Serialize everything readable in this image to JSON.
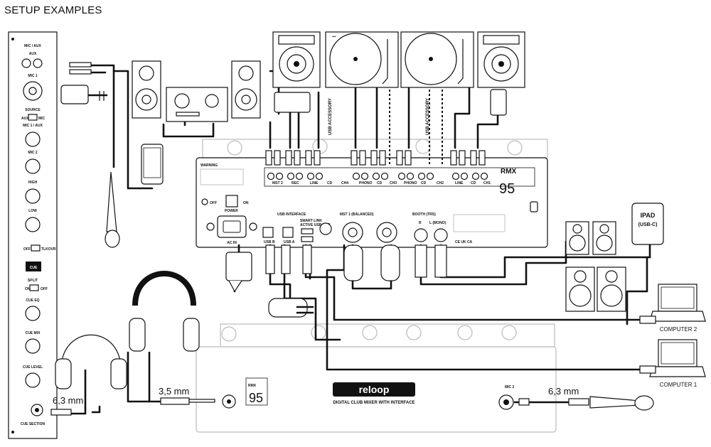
{
  "title": "SETUP EXAMPLES",
  "left_panel": {
    "mic_aux": "MIC / AUX",
    "aux": "AUX",
    "mic1": "MIC 1",
    "source": "SOURCE",
    "source_aux": "AUX",
    "source_mic": "MIC",
    "mic1_aux": "MIC 1 / AUX",
    "mic2": "MIC 2",
    "high": "HIGH",
    "low": "LOW",
    "off": "OFF",
    "talkover": "TLKOVR",
    "cue": "CUE",
    "split": "SPLIT",
    "split_on": "ON",
    "split_off": "OFF",
    "cue_eq": "CUE EQ",
    "cue_mix": "CUE MIX",
    "cue_level": "CUE LEVEL",
    "cue_section": "CUE SECTION"
  },
  "rear_panel": {
    "warning": "WARNING",
    "off": "OFF",
    "on": "ON",
    "power": "POWER",
    "ac_in": "AC IN",
    "usb_interface": "USB INTERFACE",
    "usb_b": "USB B",
    "usb_a": "USB A",
    "smart_link": "SMART LINK",
    "active_usb_hub": "ACTIVE USB HUB",
    "mst1": "MST 1 (BALANCED)",
    "booth": "BOOTH (TRS)",
    "r": "R",
    "l_mono": "L (MONO)",
    "inputs": [
      "MST 2",
      "REC",
      "LINE",
      "CD",
      "CH4",
      "PHONO",
      "CD",
      "CH3",
      "PHONO",
      "CD",
      "CH2",
      "LINE",
      "CD",
      "CH1"
    ],
    "rmx": "RMX",
    "rmx_num": "95"
  },
  "front_panel": {
    "brand": "reloop",
    "subtitle": "DIGITAL CLUB MIXER WITH INTERFACE",
    "mic2": "MIC 2",
    "rmx": "RMX",
    "rmx_num": "95"
  },
  "labels": {
    "usb_accessory_left": "USB ACCESSORY",
    "usb_accessory_right": "USB ACCESSORY",
    "ipad": "IPAD",
    "ipad_sub": "(USB-C)",
    "computer2": "COMPUTER 2",
    "computer1": "COMPUTER 1",
    "jack_left": "6,3 mm",
    "jack_mid": "3,5 mm",
    "jack_right": "6,3 mm"
  }
}
